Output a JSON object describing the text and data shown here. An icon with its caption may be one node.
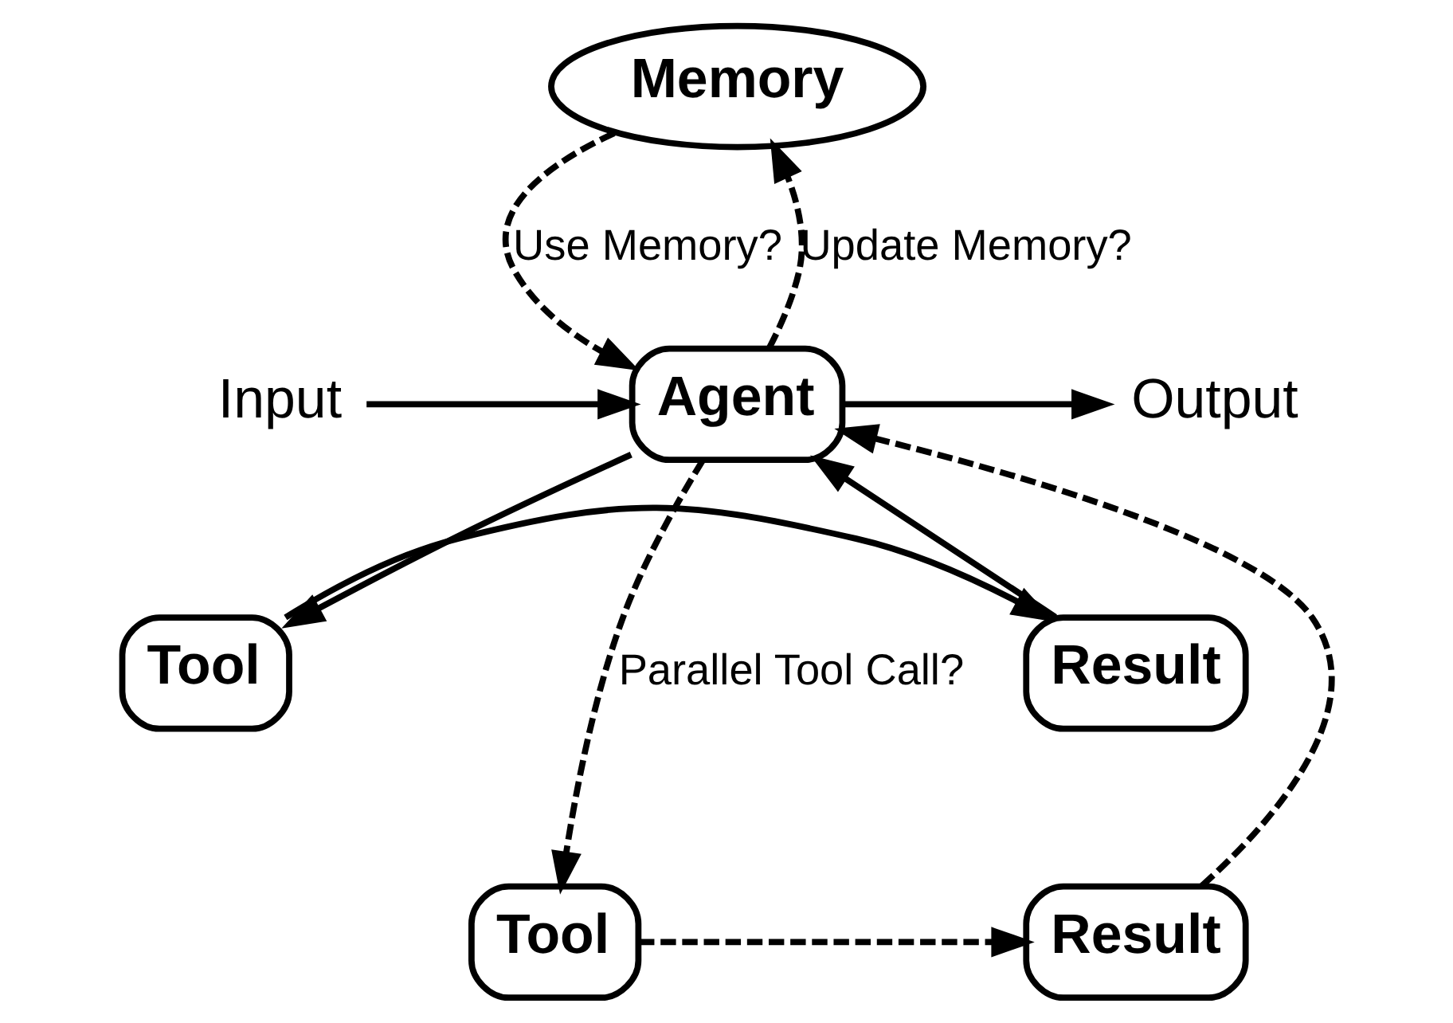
{
  "diagram": {
    "nodes": [
      {
        "text": [
          "Memory"
        ]
      },
      {
        "text": [
          "Input"
        ]
      },
      {
        "text": [
          "Agent"
        ]
      },
      {
        "text": [
          "Output"
        ]
      },
      {
        "text": [
          "Tool"
        ]
      },
      {
        "text": [
          "Result"
        ]
      },
      {
        "text": [
          "Tool"
        ]
      },
      {
        "text": [
          "Result"
        ]
      }
    ],
    "edges": [
      {
        "from": 1,
        "to": 2,
        "arrow": "to"
      },
      {
        "from": 0,
        "to": 2,
        "arrow": "to",
        "style": "dashed",
        "label": "Use Memory?"
      },
      {
        "from": 2,
        "to": 3,
        "arrow": "to"
      },
      {
        "from": 2,
        "to": 0,
        "arrow": "to",
        "style": "dashed",
        "label": "Update Memory?"
      },
      {
        "from": 2,
        "to": 4,
        "arrow": "to"
      },
      {
        "from": 4,
        "to": 5,
        "arrow": "to"
      },
      {
        "from": 5,
        "to": 2,
        "arrow": "to"
      },
      {
        "from": 2,
        "to": 6,
        "arrow": "to",
        "style": "dashed",
        "label": "Parallel Tool Call?"
      },
      {
        "from": 6,
        "to": 7,
        "arrow": "to",
        "style": "dashed"
      },
      {
        "from": 7,
        "to": 2,
        "arrow": "to",
        "style": "dashed"
      }
    ]
  }
}
